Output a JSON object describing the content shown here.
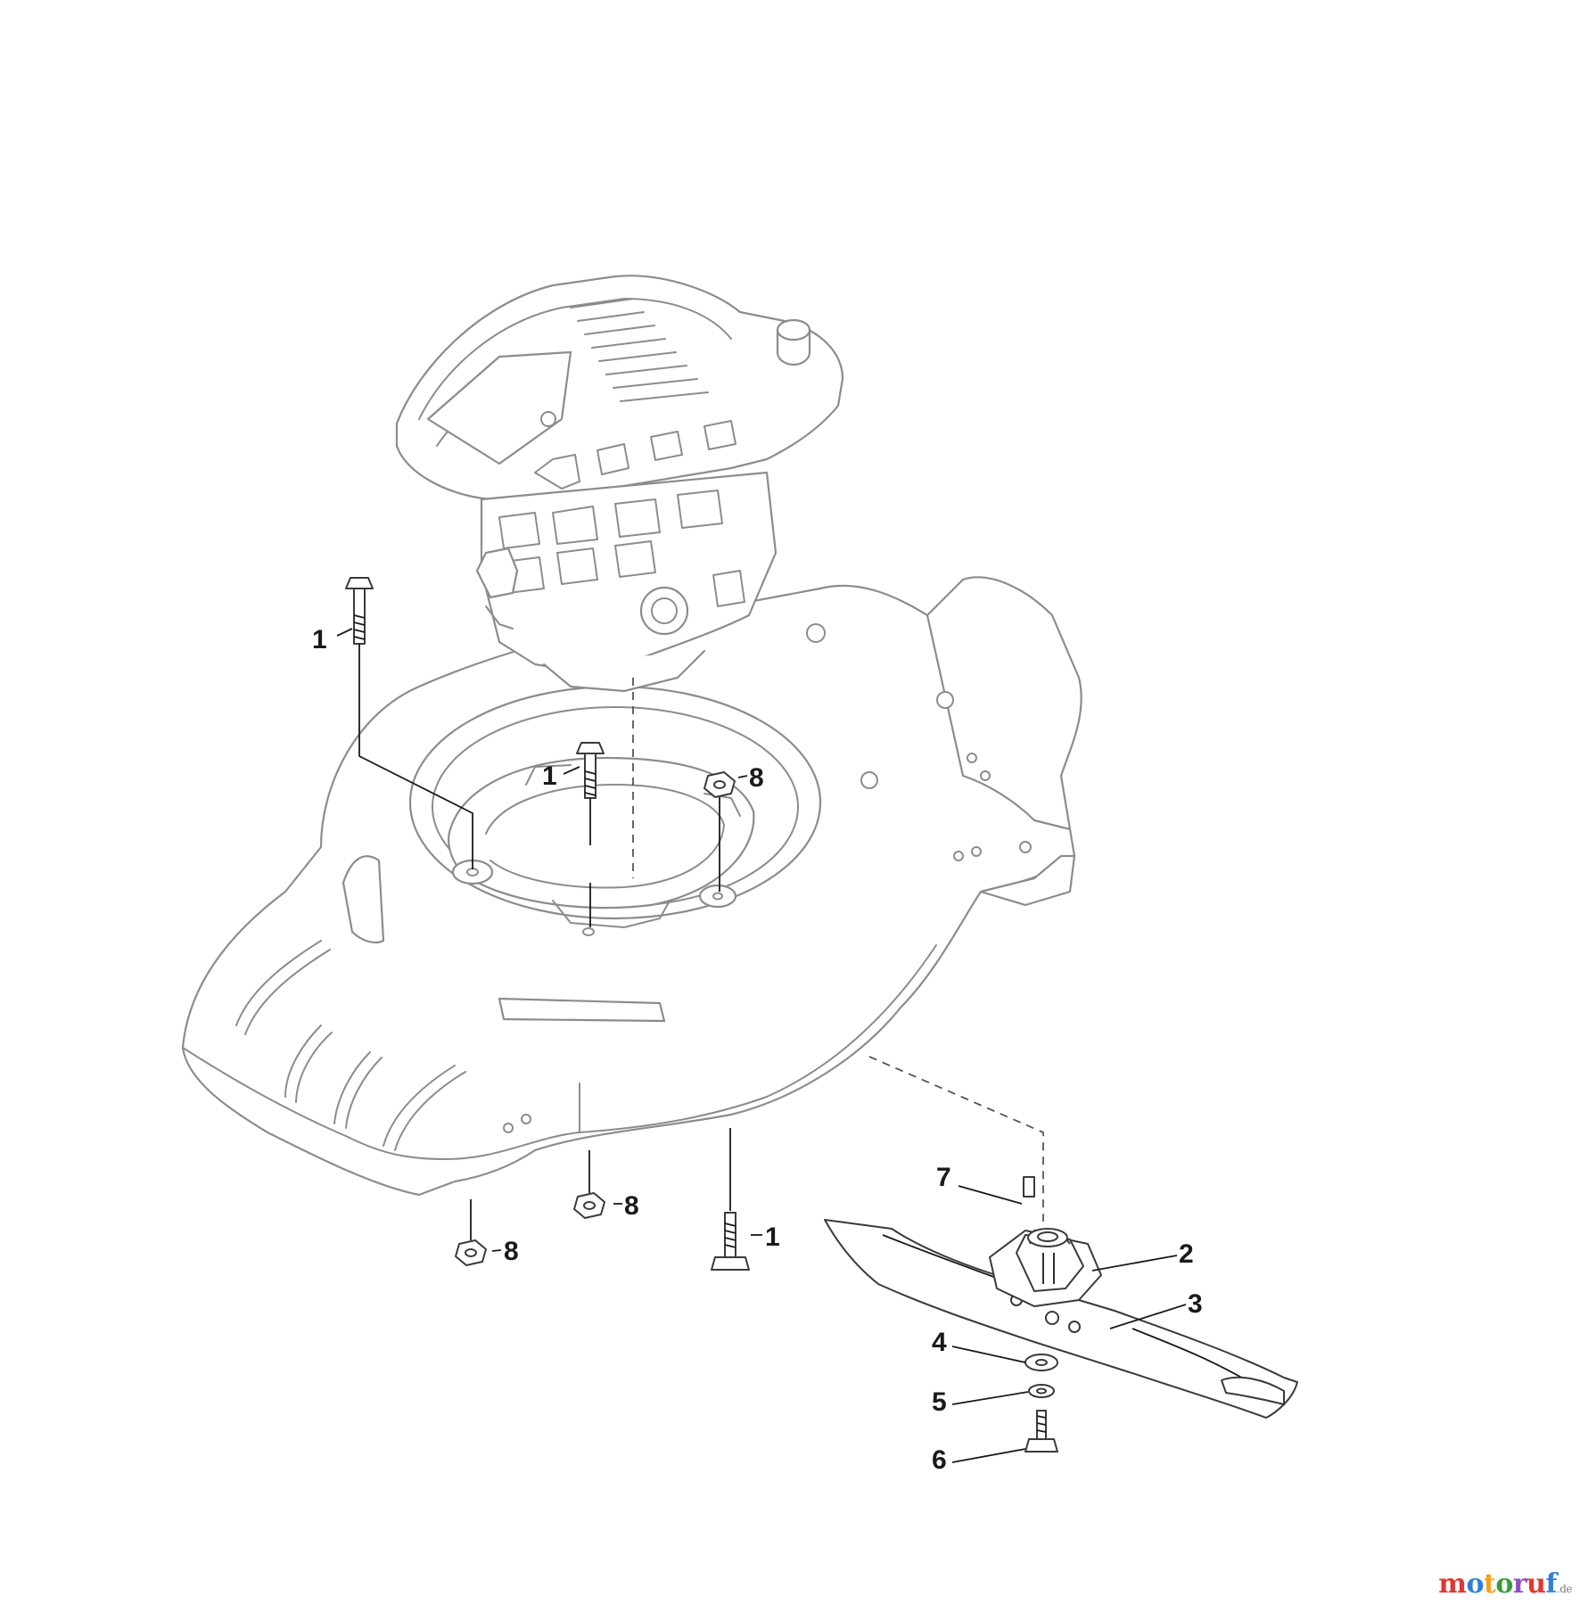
{
  "callouts": [
    {
      "id": "c1a",
      "text": "1"
    },
    {
      "id": "c1b",
      "text": "1"
    },
    {
      "id": "c8a",
      "text": "8"
    },
    {
      "id": "c8b",
      "text": "8"
    },
    {
      "id": "c8c",
      "text": "8"
    },
    {
      "id": "c1c",
      "text": "1"
    },
    {
      "id": "c7",
      "text": "7"
    },
    {
      "id": "c2",
      "text": "2"
    },
    {
      "id": "c3",
      "text": "3"
    },
    {
      "id": "c4",
      "text": "4"
    },
    {
      "id": "c5",
      "text": "5"
    },
    {
      "id": "c6",
      "text": "6"
    }
  ],
  "watermark": {
    "letters": [
      "m",
      "o",
      "t",
      "o",
      "r",
      "u",
      "f"
    ],
    "colors": [
      "#e0372f",
      "#2f7fd6",
      "#f2a31c",
      "#3b9b3b",
      "#8c4fc2",
      "#e0372f",
      "#2f7fd6"
    ],
    "suffix": ".de"
  }
}
